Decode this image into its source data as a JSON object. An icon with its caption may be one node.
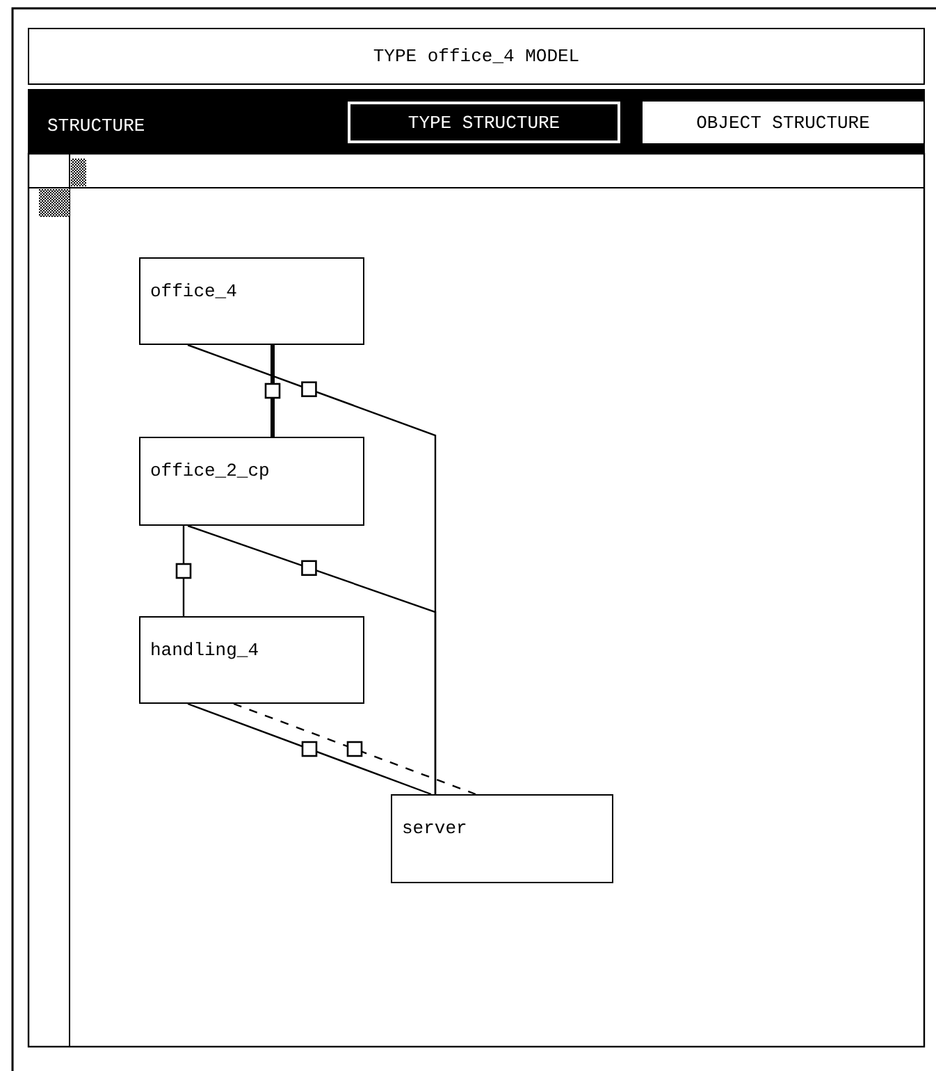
{
  "diagram": {
    "title": "TYPE office_4 MODEL",
    "nodes": [
      {
        "text": [
          "office_4"
        ]
      },
      {
        "text": [
          "office_2_cp"
        ]
      },
      {
        "text": [
          "handling_4"
        ]
      },
      {
        "text": [
          "server"
        ]
      }
    ],
    "edges": [
      {
        "from": 0,
        "to": 1,
        "arrow": "none",
        "style": "thick"
      },
      {
        "from": 0,
        "to": 3,
        "arrow": "none"
      },
      {
        "from": 1,
        "to": 2,
        "arrow": "none"
      },
      {
        "from": 1,
        "to": 3,
        "arrow": "none"
      },
      {
        "from": 2,
        "to": 3,
        "arrow": "none"
      },
      {
        "from": 2,
        "to": 3,
        "arrow": "none",
        "style": "dashed"
      }
    ],
    "labels": [
      "STRUCTURE",
      "TYPE STRUCTURE",
      "OBJECT STRUCTURE"
    ]
  }
}
